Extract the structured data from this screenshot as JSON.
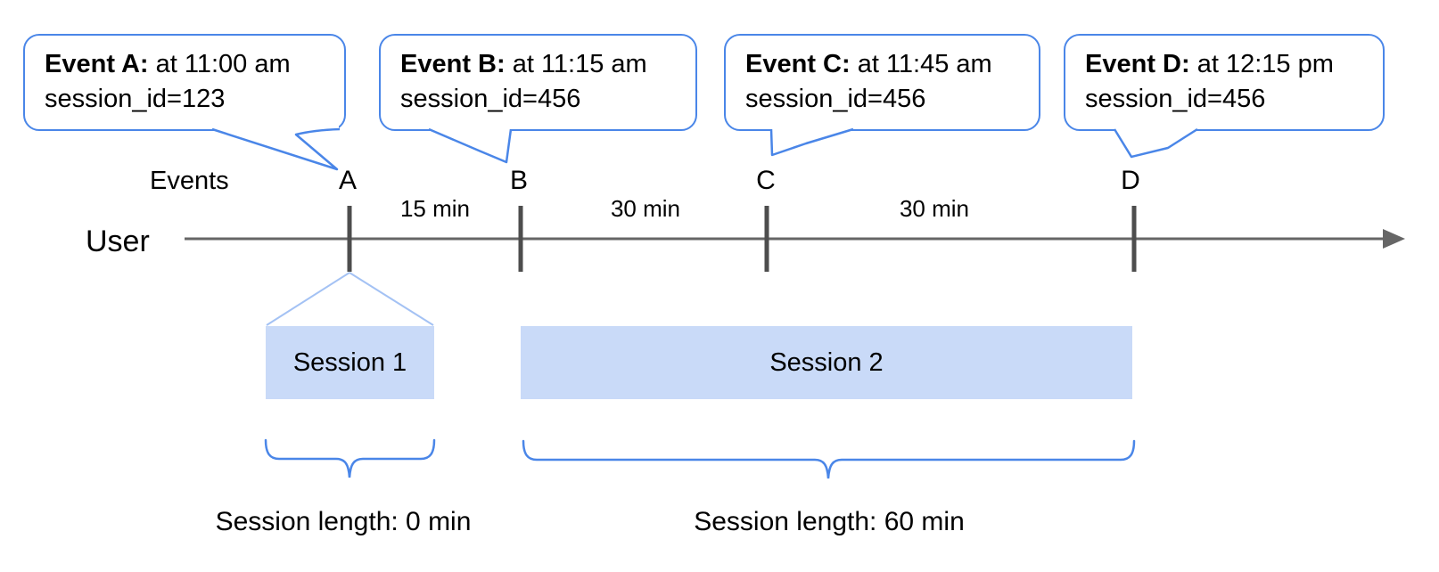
{
  "callouts": [
    {
      "bold": "Event A:",
      "rest": " at 11:00 am",
      "line2": "session_id=123"
    },
    {
      "bold": "Event B:",
      "rest": " at 11:15 am",
      "line2": "session_id=456"
    },
    {
      "bold": "Event C:",
      "rest": " at 11:45 am",
      "line2": "session_id=456"
    },
    {
      "bold": "Event D:",
      "rest": " at 12:15 pm",
      "line2": "session_id=456"
    }
  ],
  "axis": {
    "events_label": "Events",
    "user_label": "User",
    "markers": [
      "A",
      "B",
      "C",
      "D"
    ],
    "intervals": [
      "15 min",
      "30 min",
      "30 min"
    ]
  },
  "sessions": [
    {
      "label": "Session 1",
      "length_label": "Session length: 0 min"
    },
    {
      "label": "Session 2",
      "length_label": "Session length: 60 min"
    }
  ],
  "colors": {
    "callout_border": "#4a86e8",
    "brace": "#4a86e8",
    "session_fill": "#c9daf8",
    "funnel_line": "#a4c2f4",
    "timeline": "#666666",
    "tick": "#4d4d4d",
    "text": "#000000"
  }
}
